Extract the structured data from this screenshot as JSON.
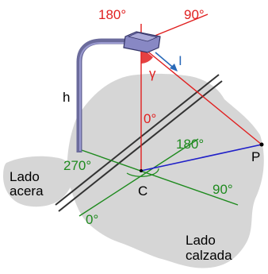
{
  "labels": {
    "top_180": "180°",
    "top_90": "90°",
    "intensity": "I",
    "gamma": "γ",
    "height": "h",
    "zero_red": "0°",
    "ground_180": "180°",
    "ground_270": "270°",
    "ground_90": "90°",
    "ground_0": "0°",
    "point_c": "C",
    "point_p": "P",
    "side_left_1": "Lado",
    "side_left_2": "acera",
    "side_right_1": "Lado",
    "side_right_2": "calzada"
  },
  "colors": {
    "ground": "#d6d6d6",
    "pole": "#6b6b9c",
    "lamp": "#8888c4",
    "red": "#e02020",
    "green": "#1e8a1e",
    "blue": "#2020c8",
    "intensity_blue": "#2a6ab8",
    "curb": "#333333",
    "text": "#000000"
  }
}
